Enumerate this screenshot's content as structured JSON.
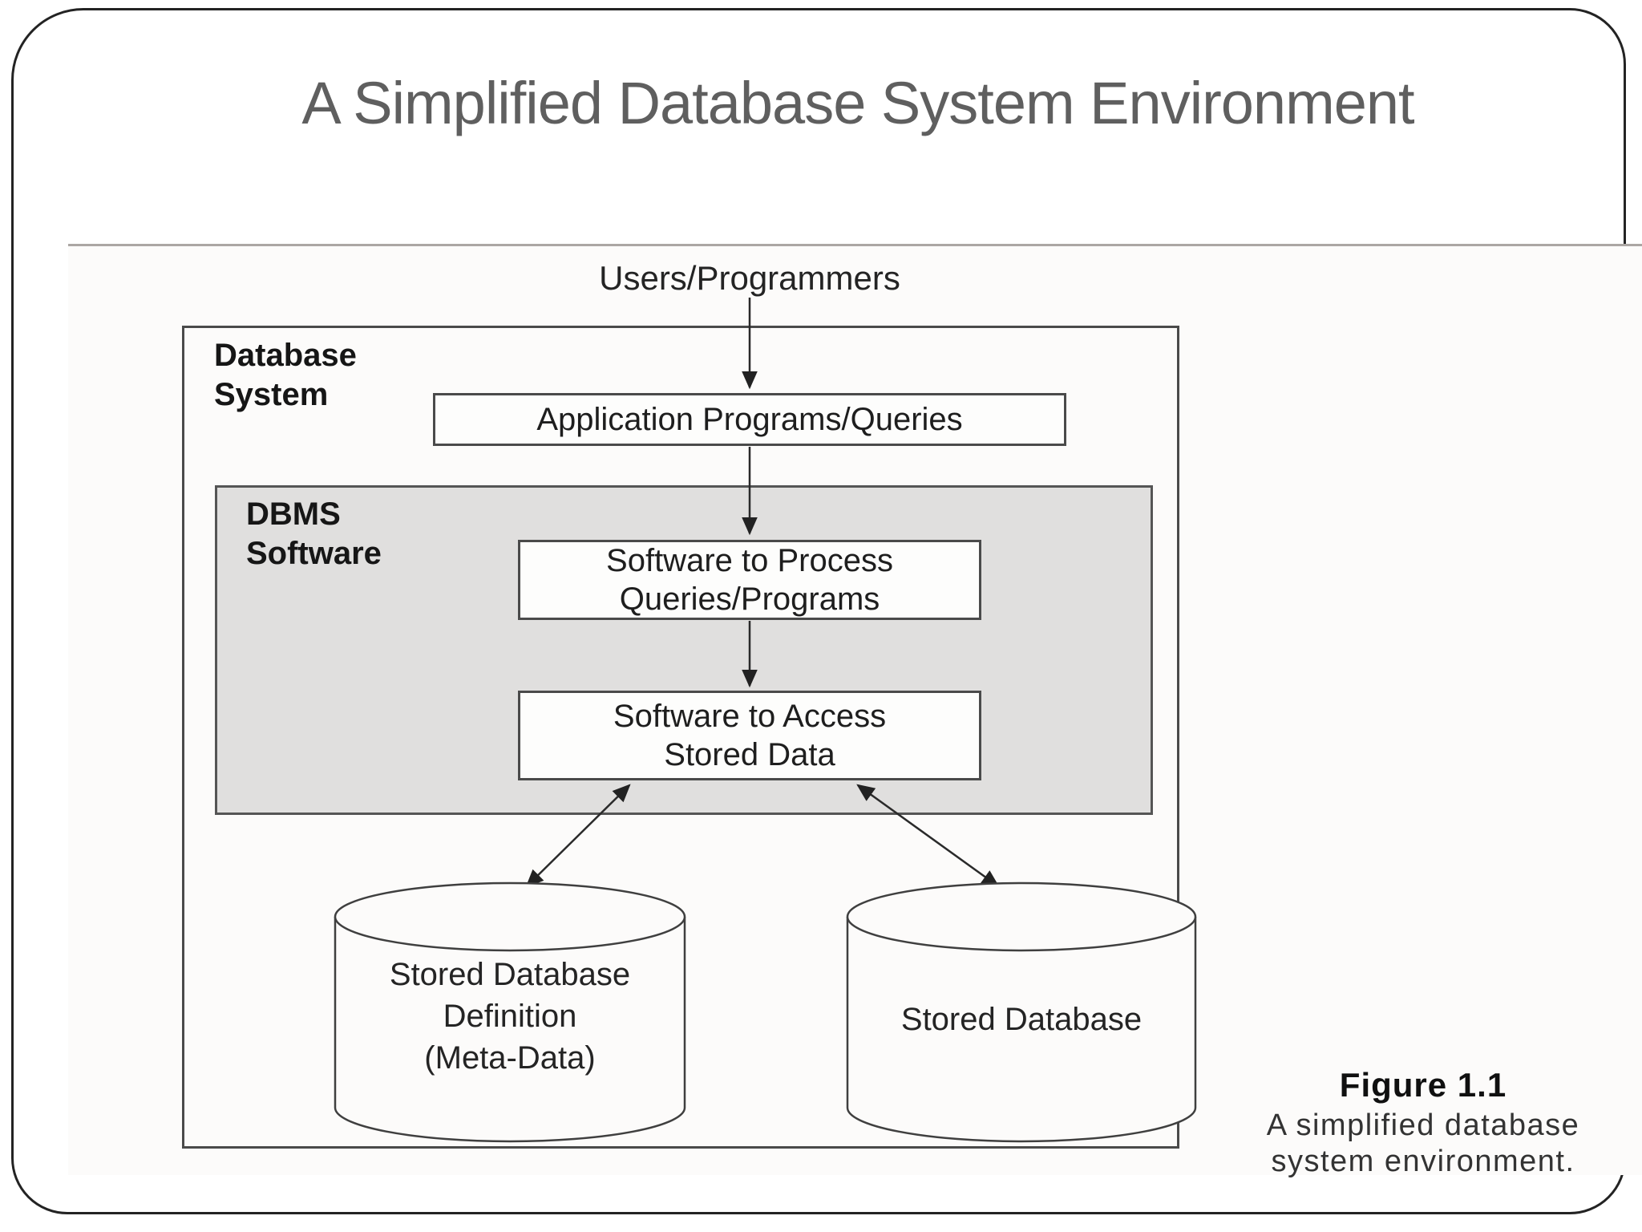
{
  "slide": {
    "title": "A Simplified Database System Environment"
  },
  "figure": {
    "users_label": "Users/Programmers",
    "outer_box_label": "Database\nSystem",
    "app_box_label": "Application Programs/Queries",
    "dbms_label": "DBMS\nSoftware",
    "process_box_label": "Software to Process\nQueries/Programs",
    "access_box_label": "Software to Access\nStored Data",
    "meta_cylinder_label": "Stored Database\nDefinition\n(Meta-Data)",
    "db_cylinder_label": "Stored Database",
    "caption_title": "Figure 1.1",
    "caption_text": "A simplified database\nsystem environment."
  },
  "colors": {
    "title_text": "#5f5f5f",
    "figure_background": "#fcfbfa",
    "dbms_box_fill": "#e0dfde",
    "outline": "#4a4a4a",
    "arrow": "#2a2a2a"
  }
}
